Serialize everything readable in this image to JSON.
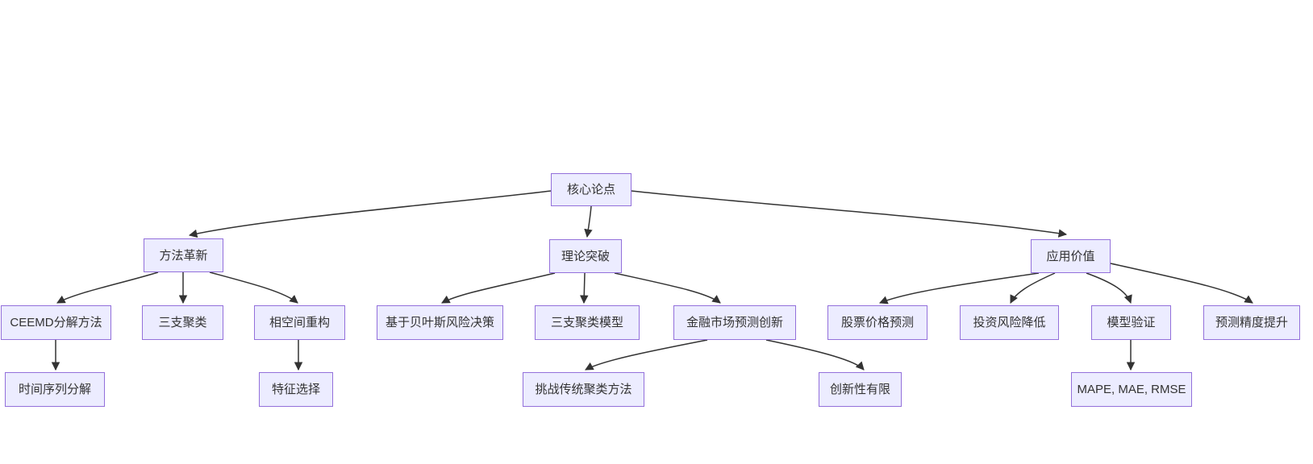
{
  "diagram": {
    "type": "flowchart",
    "direction": "top-down",
    "nodes": [
      {
        "id": "core-thesis",
        "label": "核心论点"
      },
      {
        "id": "method-innovation",
        "label": "方法革新"
      },
      {
        "id": "theory-breakthrough",
        "label": "理论突破"
      },
      {
        "id": "application-value",
        "label": "应用价值"
      },
      {
        "id": "ceemd-decomposition",
        "label": "CEEMD分解方法"
      },
      {
        "id": "three-way-clustering",
        "label": "三支聚类"
      },
      {
        "id": "phase-space-reconstruction",
        "label": "相空间重构"
      },
      {
        "id": "bayesian-risk-decision",
        "label": "基于贝叶斯风险决策"
      },
      {
        "id": "three-way-clustering-model",
        "label": "三支聚类模型"
      },
      {
        "id": "financial-market-forecast-innovation",
        "label": "金融市场预测创新"
      },
      {
        "id": "stock-price-prediction",
        "label": "股票价格预测"
      },
      {
        "id": "investment-risk-reduction",
        "label": "投资风险降低"
      },
      {
        "id": "model-validation",
        "label": "模型验证"
      },
      {
        "id": "prediction-accuracy-improvement",
        "label": "预测精度提升"
      },
      {
        "id": "time-series-decomposition",
        "label": "时间序列分解"
      },
      {
        "id": "feature-selection",
        "label": "特征选择"
      },
      {
        "id": "challenge-traditional-clustering",
        "label": "挑战传统聚类方法"
      },
      {
        "id": "limited-innovation",
        "label": "创新性有限"
      },
      {
        "id": "evaluation-metrics",
        "label": "MAPE, MAE, RMSE"
      }
    ],
    "edges": [
      {
        "from": "核心论点",
        "to": "方法革新"
      },
      {
        "from": "核心论点",
        "to": "理论突破"
      },
      {
        "from": "核心论点",
        "to": "应用价值"
      },
      {
        "from": "方法革新",
        "to": "CEEMD分解方法"
      },
      {
        "from": "方法革新",
        "to": "三支聚类"
      },
      {
        "from": "方法革新",
        "to": "相空间重构"
      },
      {
        "from": "理论突破",
        "to": "基于贝叶斯风险决策"
      },
      {
        "from": "理论突破",
        "to": "三支聚类模型"
      },
      {
        "from": "理论突破",
        "to": "金融市场预测创新"
      },
      {
        "from": "应用价值",
        "to": "股票价格预测"
      },
      {
        "from": "应用价值",
        "to": "投资风险降低"
      },
      {
        "from": "应用价值",
        "to": "模型验证"
      },
      {
        "from": "应用价值",
        "to": "预测精度提升"
      },
      {
        "from": "CEEMD分解方法",
        "to": "时间序列分解"
      },
      {
        "from": "相空间重构",
        "to": "特征选择"
      },
      {
        "from": "金融市场预测创新",
        "to": "挑战传统聚类方法"
      },
      {
        "from": "金融市场预测创新",
        "to": "创新性有限"
      },
      {
        "from": "模型验证",
        "to": "MAPE, MAE, RMSE"
      }
    ],
    "colors": {
      "node_fill": "#ECECFF",
      "node_border": "#9370DB",
      "edge": "#333333",
      "text": "#333333",
      "background": "#FFFFFF"
    }
  }
}
